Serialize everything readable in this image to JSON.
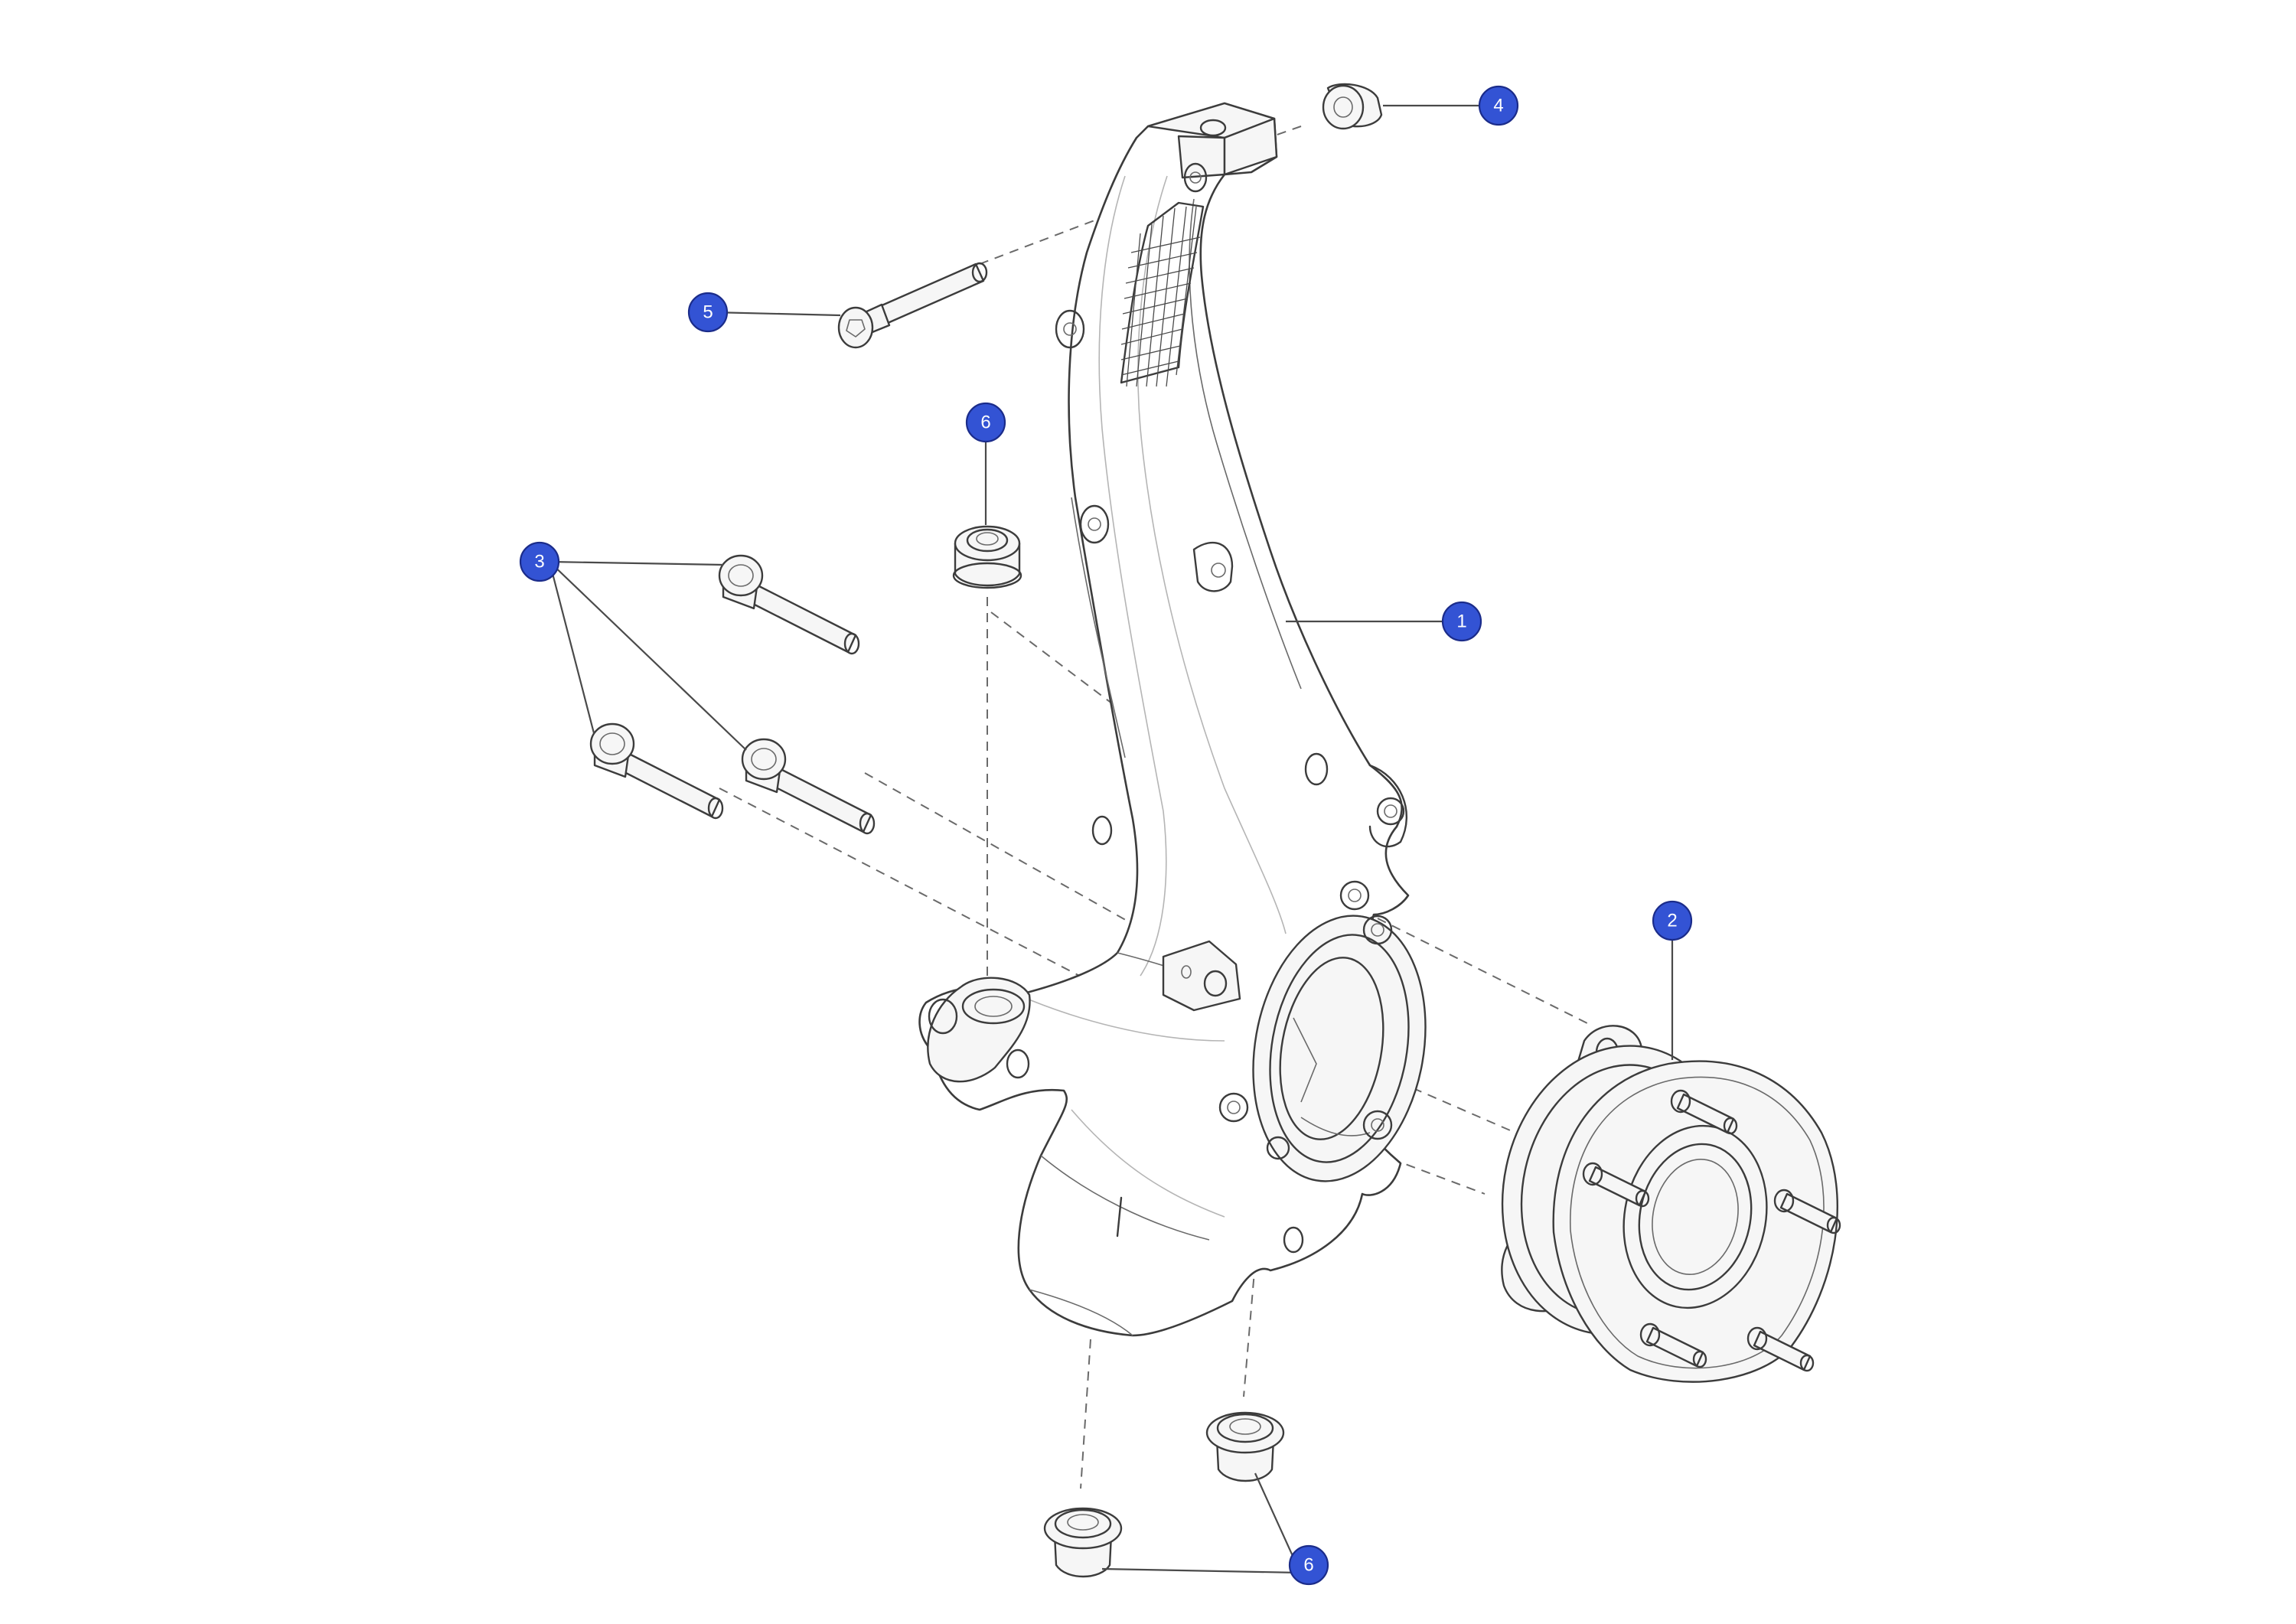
{
  "accent_color": "#3353d4",
  "callouts": [
    {
      "id": "callout-1",
      "label": "1"
    },
    {
      "id": "callout-2",
      "label": "2"
    },
    {
      "id": "callout-3",
      "label": "3"
    },
    {
      "id": "callout-4",
      "label": "4"
    },
    {
      "id": "callout-5",
      "label": "5"
    },
    {
      "id": "callout-6-top",
      "label": "6"
    },
    {
      "id": "callout-6-bottom",
      "label": "6"
    }
  ]
}
